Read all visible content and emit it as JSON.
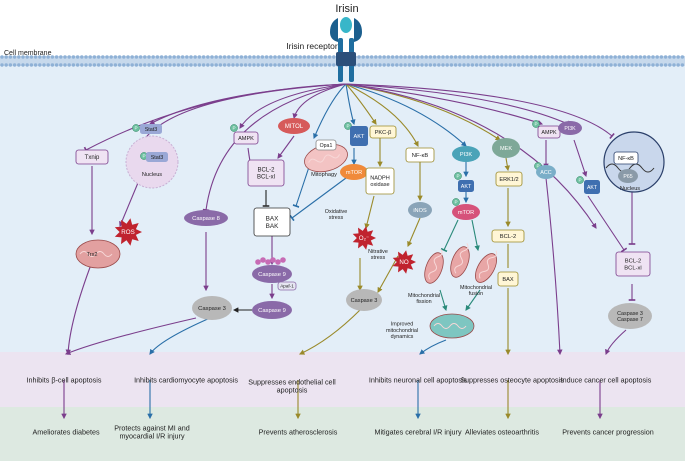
{
  "title": "Irisin",
  "receptor_label": "Irisin receptor",
  "membrane_label": "Cell membrane",
  "colors": {
    "membrane": "#8fb1d6",
    "cytoplasm": "#e3eef8",
    "apoptosis_band": "#ece4f1",
    "outcome_band": "#dde9e1",
    "purple": "#7b3e8c",
    "olive": "#9a8a2a",
    "blue": "#2a6fa8",
    "green": "#2a8a7a",
    "phospho": "#6bbf9f",
    "red_mito": "#d65a5a",
    "caspase": "#8a6aa8",
    "caspase3": "#b8b8b8"
  },
  "nodes": {
    "txnip": "Txnip",
    "trx2": "Trx2",
    "ros": "ROS",
    "stat3_p": "Stat3",
    "stat3_n": "Stat3",
    "nucleus_left": "Nucleus",
    "ampk_1": "AMPK",
    "mitol": "MITOL",
    "opa1": "Opa1",
    "mitophagy": "Mitophagy",
    "bcl2_bclxl_1": "BCL-2\nBCL-xl",
    "bax_bak": "BAX\nBAK",
    "akt_1": "AKT",
    "mtor_1": "mTOR",
    "caspase8": "Caspase 8",
    "caspase9_a": "Caspase 9",
    "apaf1": "Apaf-1",
    "caspase9_b": "Caspase 9",
    "caspase3_1": "Caspase 3",
    "pkcb": "PKC-β",
    "nadph": "NADPH\noxidase",
    "oxidative_stress": "Oxidative\nstress",
    "o2": "O₂⁻",
    "nfkb_1": "NF-κB",
    "inos": "iNOS",
    "nitrative_stress": "Nitrative\nstress",
    "no": "NO",
    "caspase3_2": "Caspase 3",
    "pi3k_1": "PI3K",
    "akt_2": "AKT",
    "mtor_2": "mTOR",
    "mito_fission": "Mitochondrial\nfission",
    "mito_fusion": "Mitochondrial\nfusion",
    "improved_dynamics": "Improved\nmitochondrial\ndynamics",
    "mek": "MEK",
    "erk12": "ERK1/2",
    "bcl2_2": "BCL-2",
    "bax": "BAX",
    "ampk_2": "AMPK",
    "acc": "ACC",
    "pi3k_2": "PI3K",
    "akt_3": "AKT",
    "nfkb_2": "NF-κB",
    "p65": "P65",
    "nucleus_right": "Nucleus",
    "bcl2_bclxl_3": "BCL-2\nBCL-xl",
    "caspase37": "Caspase 3\nCaspase 7",
    "phospho": "P"
  },
  "apoptosis_effects": [
    "Inhibits β-cell apoptosis",
    "Inhibits cardiomyocyte apoptosis",
    "Suppresses endothelial cell\napoptosis",
    "Inhibits neuronal cell apoptosis",
    "Suppresses osteocyte apoptosis",
    "Induce cancer cell apoptosis"
  ],
  "outcomes": [
    "Ameliorates diabetes",
    "Protects against MI and\nmyocardial I/R injury",
    "Prevents atherosclerosis",
    "Mitigates cerebral I/R injury",
    "Alleviates  osteoarthritis",
    "Prevents cancer progression"
  ]
}
